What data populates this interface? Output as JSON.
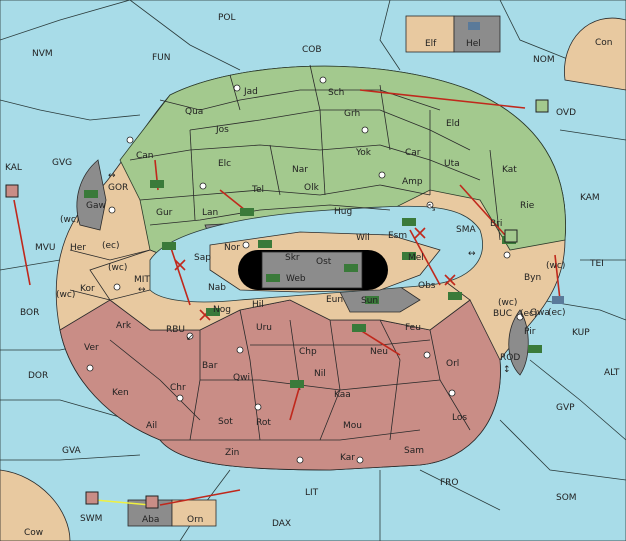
{
  "colors": {
    "sea": "#a8dce8",
    "green": "#a3c98e",
    "tan": "#e8c9a0",
    "red": "#c98d86",
    "gray": "#8c8c8c",
    "order": "#c0281c",
    "support": "#f0f040"
  },
  "sea_labels": [
    "POL",
    "NVM",
    "FUN",
    "COB",
    "NOM",
    "Con",
    "KAL",
    "GVG",
    "GOR",
    "MVU",
    "BOR",
    "MIT",
    "RBU",
    "DOR",
    "GVA",
    "OVD",
    "KAM",
    "SMA",
    "TEI",
    "BUC",
    "KUP",
    "ROD",
    "ALT",
    "GVP",
    "FRO",
    "SOM",
    "LIT",
    "SWM",
    "DAX",
    "Cow",
    "(wc)",
    "(ec)"
  ],
  "land_labels": [
    "Jad",
    "Sch",
    "Qua",
    "Jos",
    "Grh",
    "Eld",
    "Can",
    "Elc",
    "Nar",
    "Yok",
    "Car",
    "Uta",
    "Kat",
    "Gur",
    "Tel",
    "Olk",
    "Amp",
    "Lan",
    "Hug",
    "Rie",
    "Gaw",
    "Nor",
    "Skr",
    "Ost",
    "Wil",
    "Esm",
    "Bri",
    "Her",
    "Sap",
    "Web",
    "Mel",
    "Byn",
    "Kor",
    "Nab",
    "Eun",
    "Sun",
    "Obs",
    "Gwa",
    "Hil",
    "Nog",
    "Pir",
    "Ark",
    "Uru",
    "Feu",
    "Ver",
    "Chp",
    "Neu",
    "Orl",
    "Bar",
    "Qwi",
    "Nil",
    "Ken",
    "Chr",
    "Kaa",
    "Rot",
    "Los",
    "Sot",
    "Ail",
    "Mou",
    "Zin",
    "Kar",
    "Sam",
    "Aba",
    "Orn",
    "Elf",
    "Hel"
  ]
}
